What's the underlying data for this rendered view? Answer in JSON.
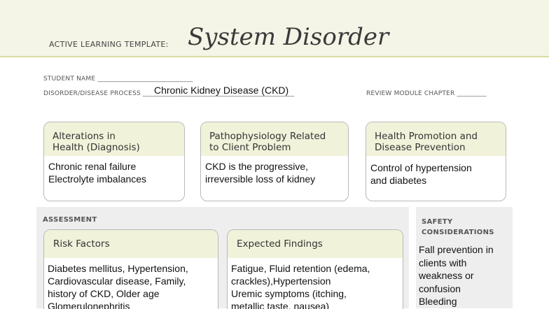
{
  "header": {
    "template_label": "ACTIVE LEARNING TEMPLATE:",
    "title": "System Disorder"
  },
  "fields": {
    "student_name_label": "STUDENT NAME",
    "student_name_blank": "_____________________________",
    "disorder_label": "DISORDER/DISEASE PROCESS",
    "disorder_blank": "______________________________________________",
    "disorder_value": "Chronic Kidney Disease (CKD)",
    "review_label": "REVIEW MODULE CHAPTER",
    "review_blank": "_________"
  },
  "boxes": {
    "alterations": {
      "title1": "Alterations in",
      "title2": "Health (Diagnosis)",
      "lines": [
        "Chronic renal failure",
        "Electrolyte imbalances"
      ]
    },
    "patho": {
      "title1": "Pathophysiology Related",
      "title2": "to Client Problem",
      "lines": [
        "CKD is the progressive,",
        "irreversible loss of kidney"
      ]
    },
    "health": {
      "title1": "Health Promotion and",
      "title2": "Disease Prevention",
      "lines": [
        "Control of hypertension",
        "and diabetes"
      ]
    }
  },
  "assessment": {
    "label": "ASSESSMENT",
    "risk": {
      "title": "Risk Factors",
      "lines": [
        "Diabetes mellitus, Hypertension,",
        "Cardiovascular disease, Family,",
        "history of CKD, Older age",
        "Glomerulonephritis"
      ]
    },
    "findings": {
      "title": "Expected Findings",
      "lines": [
        "Fatigue, Fluid retention (edema,",
        "crackles),Hypertension",
        "Uremic symptoms (itching,",
        "metallic taste, nausea)"
      ]
    }
  },
  "safety": {
    "label1": "SAFETY",
    "label2": "CONSIDERATIONS",
    "lines": [
      "Fall prevention in",
      "clients with",
      "weakness or",
      "confusion",
      "Bleeding"
    ]
  }
}
